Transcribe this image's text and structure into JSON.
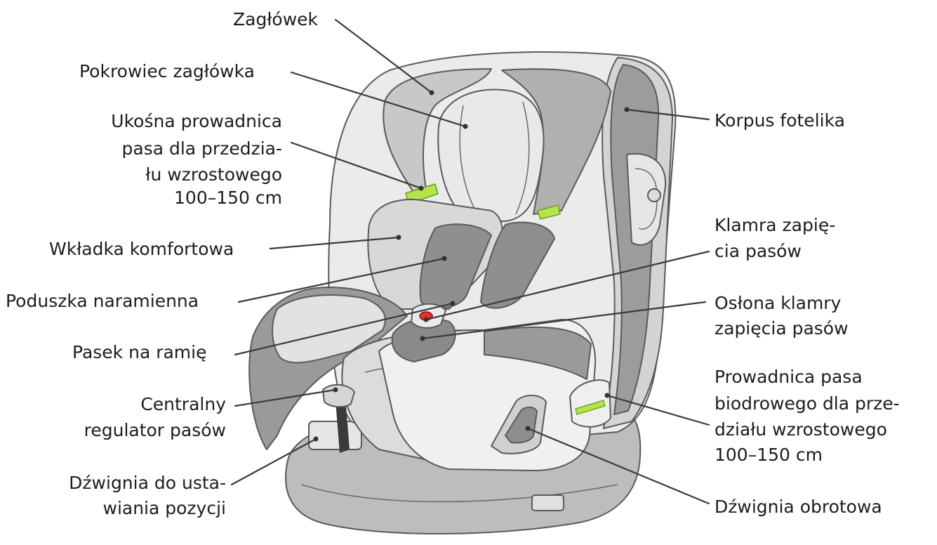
{
  "diagram": {
    "labels": {
      "zaglowek": "Zagłówek",
      "pokrowiec": "Pokrowiec zagłówka",
      "ukosna_1": "Ukośna prowadnica",
      "ukosna_2": "pasa dla przedzia-",
      "ukosna_3": "łu wzrostowego",
      "ukosna_4": "100–150 cm",
      "wkladka": "Wkładka komfortowa",
      "poduszka": "Poduszka naramienna",
      "pasek": "Pasek na ramię",
      "centralny_1": "Centralny",
      "centralny_2": "regulator pasów",
      "dzwignia_poz_1": "Dźwignia do usta-",
      "dzwignia_poz_2": "wiania pozycji",
      "korpus": "Korpus fotelika",
      "klamra_1": "Klamra zapię-",
      "klamra_2": "cia pasów",
      "oslona_1": "Osłona klamry",
      "oslona_2": "zapięcia pasów",
      "prowadnica_1": "Prowadnica pasa",
      "prowadnica_2": "biodrowego dla prze-",
      "prowadnica_3": "działu wzrostowego",
      "prowadnica_4": "100–150 cm",
      "dzwignia_obr": "Dźwignia obrotowa"
    }
  }
}
